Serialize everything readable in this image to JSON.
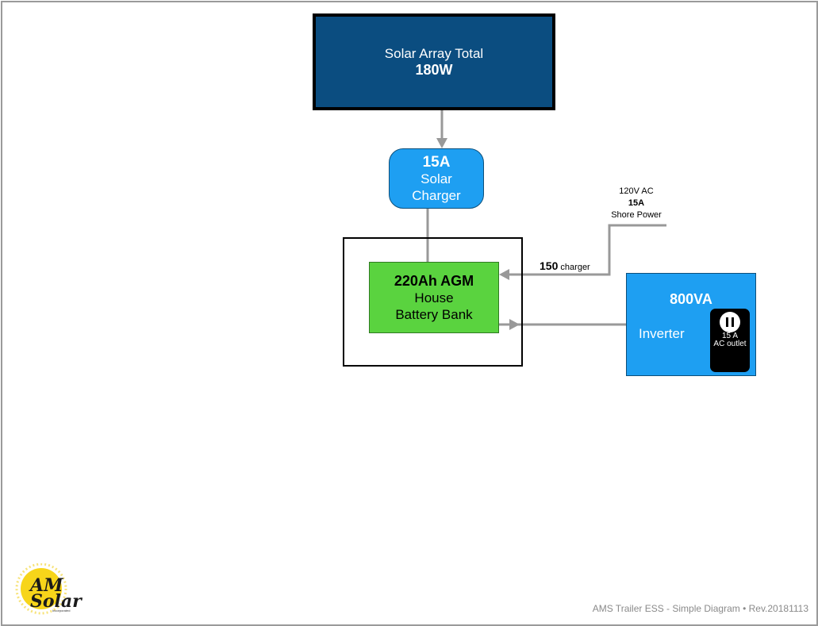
{
  "solar_array": {
    "label": "Solar Array Total",
    "value": "180W"
  },
  "charger": {
    "value": "15A",
    "line1": "Solar",
    "line2": "Charger"
  },
  "battery": {
    "value": "220Ah AGM",
    "line1": "House",
    "line2": "Battery Bank"
  },
  "shore_power": {
    "voltage": "120V AC",
    "amps": "15A",
    "label": "Shore Power"
  },
  "battery_charger": {
    "value": "150",
    "label": "charger"
  },
  "inverter": {
    "rating": "800VA",
    "label": "Inverter",
    "outlet_amps": "15 A",
    "outlet_label": "AC outlet"
  },
  "logo": {
    "line1": "AM",
    "line2": "Solar",
    "subtext": "Incorporated"
  },
  "footer": "AMS Trailer ESS - Simple Diagram • Rev.20181113",
  "colors": {
    "array": "#0b4d80",
    "charger": "#1e9ff2",
    "battery": "#5ad33f",
    "inverter": "#1e9ff2",
    "wire": "#999999"
  }
}
